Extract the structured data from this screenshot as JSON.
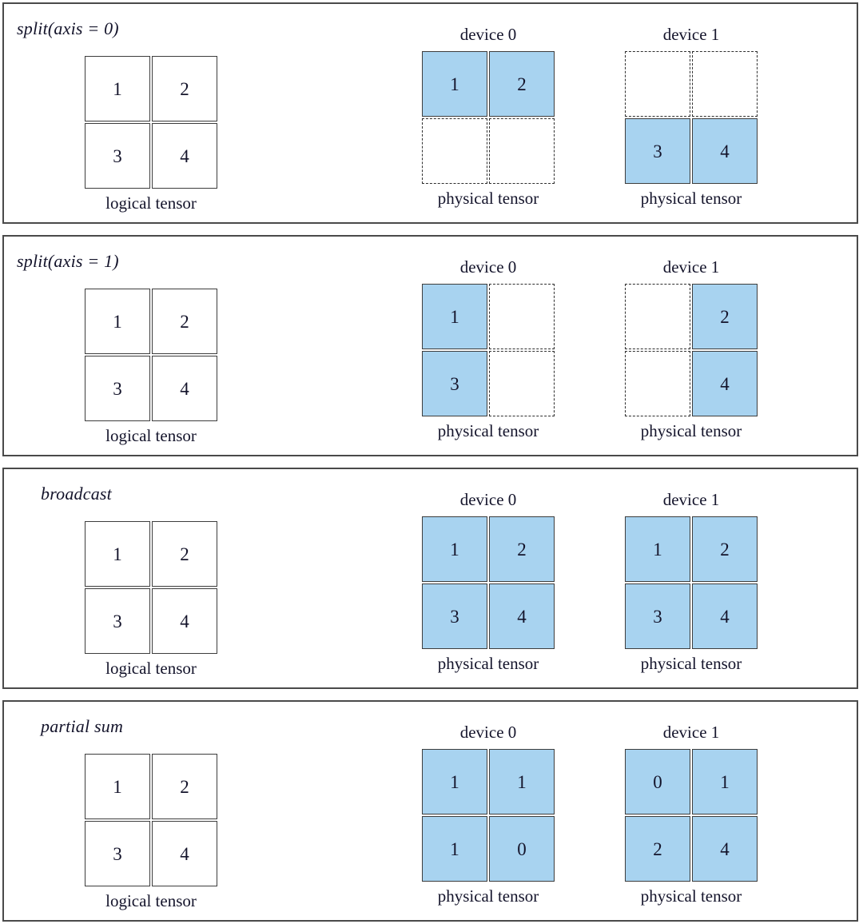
{
  "figure": {
    "kind": "tensor-distribution-diagram",
    "accent_fill": "#a8d3f0",
    "border_color": "#3d3d3d",
    "panel_border_color": "#4a4a4a",
    "labels": {
      "logical_caption": "logical tensor",
      "physical_caption": "physical tensor",
      "device0_heading": "device 0",
      "device1_heading": "device 1"
    }
  },
  "panels": [
    {
      "id": "split-axis-0",
      "title": "split(axis = 0)",
      "title_indent": "a",
      "logical": {
        "caption": "logical tensor",
        "cells": [
          {
            "value": "1",
            "style": "solid"
          },
          {
            "value": "2",
            "style": "solid"
          },
          {
            "value": "3",
            "style": "solid"
          },
          {
            "value": "4",
            "style": "solid"
          }
        ]
      },
      "devices": [
        {
          "heading": "device 0",
          "caption": "physical tensor",
          "cells": [
            {
              "value": "1",
              "style": "filled"
            },
            {
              "value": "2",
              "style": "filled"
            },
            {
              "value": "",
              "style": "ghost"
            },
            {
              "value": "",
              "style": "ghost"
            }
          ]
        },
        {
          "heading": "device 1",
          "caption": "physical tensor",
          "cells": [
            {
              "value": "",
              "style": "ghost"
            },
            {
              "value": "",
              "style": "ghost"
            },
            {
              "value": "3",
              "style": "filled"
            },
            {
              "value": "4",
              "style": "filled"
            }
          ]
        }
      ]
    },
    {
      "id": "split-axis-1",
      "title": "split(axis = 1)",
      "title_indent": "a",
      "logical": {
        "caption": "logical tensor",
        "cells": [
          {
            "value": "1",
            "style": "solid"
          },
          {
            "value": "2",
            "style": "solid"
          },
          {
            "value": "3",
            "style": "solid"
          },
          {
            "value": "4",
            "style": "solid"
          }
        ]
      },
      "devices": [
        {
          "heading": "device 0",
          "caption": "physical tensor",
          "cells": [
            {
              "value": "1",
              "style": "filled"
            },
            {
              "value": "",
              "style": "ghost"
            },
            {
              "value": "3",
              "style": "filled"
            },
            {
              "value": "",
              "style": "ghost"
            }
          ]
        },
        {
          "heading": "device 1",
          "caption": "physical tensor",
          "cells": [
            {
              "value": "",
              "style": "ghost"
            },
            {
              "value": "2",
              "style": "filled"
            },
            {
              "value": "",
              "style": "ghost"
            },
            {
              "value": "4",
              "style": "filled"
            }
          ]
        }
      ]
    },
    {
      "id": "broadcast",
      "title": "broadcast",
      "title_indent": "b",
      "logical": {
        "caption": "logical tensor",
        "cells": [
          {
            "value": "1",
            "style": "solid"
          },
          {
            "value": "2",
            "style": "solid"
          },
          {
            "value": "3",
            "style": "solid"
          },
          {
            "value": "4",
            "style": "solid"
          }
        ]
      },
      "devices": [
        {
          "heading": "device 0",
          "caption": "physical tensor",
          "cells": [
            {
              "value": "1",
              "style": "filled"
            },
            {
              "value": "2",
              "style": "filled"
            },
            {
              "value": "3",
              "style": "filled"
            },
            {
              "value": "4",
              "style": "filled"
            }
          ]
        },
        {
          "heading": "device 1",
          "caption": "physical tensor",
          "cells": [
            {
              "value": "1",
              "style": "filled"
            },
            {
              "value": "2",
              "style": "filled"
            },
            {
              "value": "3",
              "style": "filled"
            },
            {
              "value": "4",
              "style": "filled"
            }
          ]
        }
      ]
    },
    {
      "id": "partial-sum",
      "title": "partial sum",
      "title_indent": "b",
      "logical": {
        "caption": "logical tensor",
        "cells": [
          {
            "value": "1",
            "style": "solid"
          },
          {
            "value": "2",
            "style": "solid"
          },
          {
            "value": "3",
            "style": "solid"
          },
          {
            "value": "4",
            "style": "solid"
          }
        ]
      },
      "devices": [
        {
          "heading": "device 0",
          "caption": "physical tensor",
          "cells": [
            {
              "value": "1",
              "style": "filled"
            },
            {
              "value": "1",
              "style": "filled"
            },
            {
              "value": "1",
              "style": "filled"
            },
            {
              "value": "0",
              "style": "filled"
            }
          ]
        },
        {
          "heading": "device 1",
          "caption": "physical tensor",
          "cells": [
            {
              "value": "0",
              "style": "filled"
            },
            {
              "value": "1",
              "style": "filled"
            },
            {
              "value": "2",
              "style": "filled"
            },
            {
              "value": "4",
              "style": "filled"
            }
          ]
        }
      ]
    }
  ]
}
